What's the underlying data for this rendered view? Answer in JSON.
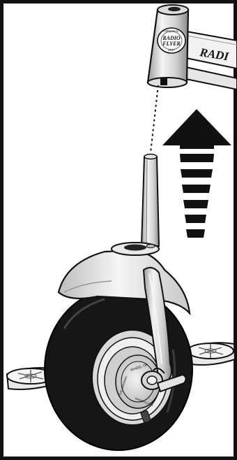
{
  "figure": {
    "frame_logo_lines": [
      "ORIGINAL",
      "RADIO",
      "FLYER",
      "1917"
    ],
    "frame_wordmark": "RADI",
    "hubcap_lines": [
      "WHEEL OF",
      "THE ORIGINAL",
      "RADIO FLYER"
    ]
  },
  "colors": {
    "ink": "#111111",
    "paper": "#ffffff",
    "tire": "#161616",
    "metal_light": "#eeeeee",
    "metal_mid": "#cfcfcf",
    "metal_dark": "#888888"
  },
  "icons": {
    "direction": "arrow-up-icon"
  }
}
